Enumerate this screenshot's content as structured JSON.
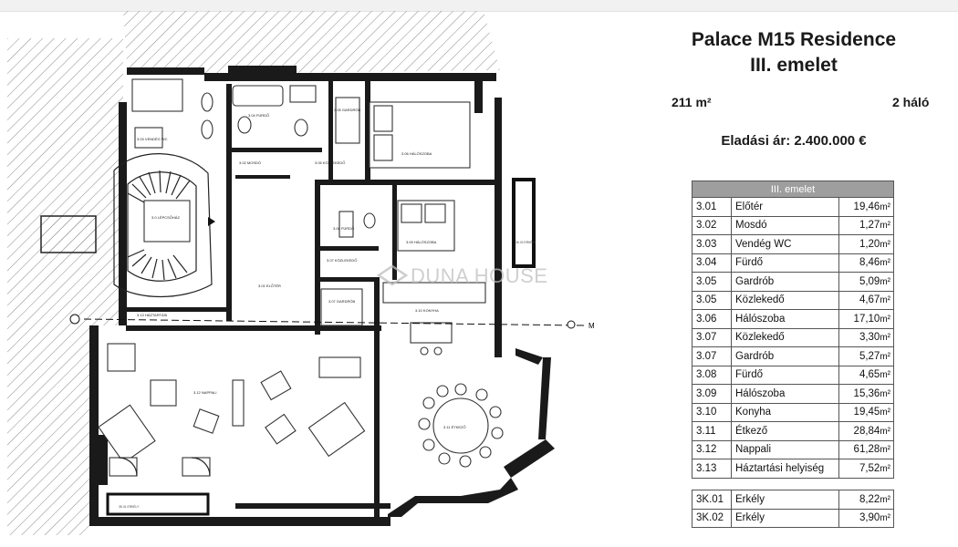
{
  "header": {
    "title_line1": "Palace M15 Residence",
    "title_line2": "III. emelet",
    "area": "211 m²",
    "bedrooms": "2 háló",
    "price": "Eladási ár: 2.400.000 €"
  },
  "table": {
    "heading": "III. emelet",
    "unit": "m²",
    "rooms": [
      {
        "code": "3.01",
        "name": "Előtér",
        "area": "19,46"
      },
      {
        "code": "3.02",
        "name": "Mosdó",
        "area": "1,27"
      },
      {
        "code": "3.03",
        "name": "Vendég WC",
        "area": "1,20"
      },
      {
        "code": "3.04",
        "name": "Fürdő",
        "area": "8,46"
      },
      {
        "code": "3.05",
        "name": "Gardrób",
        "area": "5,09"
      },
      {
        "code": "3.05",
        "name": "Közlekedő",
        "area": "4,67"
      },
      {
        "code": "3.06",
        "name": "Hálószoba",
        "area": "17,10"
      },
      {
        "code": "3.07",
        "name": "Közlekedő",
        "area": "3,30"
      },
      {
        "code": "3.07",
        "name": "Gardrób",
        "area": "5,27"
      },
      {
        "code": "3.08",
        "name": "Fürdő",
        "area": "4,65"
      },
      {
        "code": "3.09",
        "name": "Hálószoba",
        "area": "15,36"
      },
      {
        "code": "3.10",
        "name": "Konyha",
        "area": "19,45"
      },
      {
        "code": "3.11",
        "name": "Étkező",
        "area": "28,84"
      },
      {
        "code": "3.12",
        "name": "Nappali",
        "area": "61,28"
      },
      {
        "code": "3.13",
        "name": "Háztartási helyiség",
        "area": "7,52"
      }
    ],
    "balconies": [
      {
        "code": "3K.01",
        "name": "Erkély",
        "area": "8,22"
      },
      {
        "code": "3K.02",
        "name": "Erkély",
        "area": "3,90"
      }
    ]
  },
  "plan": {
    "watermark": "DUNA HOUSE",
    "labels": {
      "stair": "3.0 LÉPCSŐHÁZ",
      "entry": "3.01 ELŐTÉR",
      "wc": "3.02 MOSDÓ",
      "guest_wc": "3.03 VENDÉG WC",
      "bath1": "3.04 FÜRDŐ",
      "ward1": "3.05 GARDRÓB",
      "corr1": "3.05 KÖZLEKEDŐ",
      "bed1": "3.06 HÁLÓSZOBA",
      "corr2": "3.07 KÖZLEKEDŐ",
      "ward2": "3.07 GARDRÓB",
      "bath2": "3.08 FÜRDŐ",
      "bed2": "3.09 HÁLÓSZOBA",
      "kitchen": "3.10 KONYHA",
      "dining": "3.11 ÉTKEZŐ",
      "living": "3.12 NAPPALI",
      "utility": "3.13 HÁZTARTÁSI",
      "balcony1": "3K.01 ERKÉLY",
      "balcony2": "3K.02 ERKÉLY",
      "mark": "M"
    }
  }
}
